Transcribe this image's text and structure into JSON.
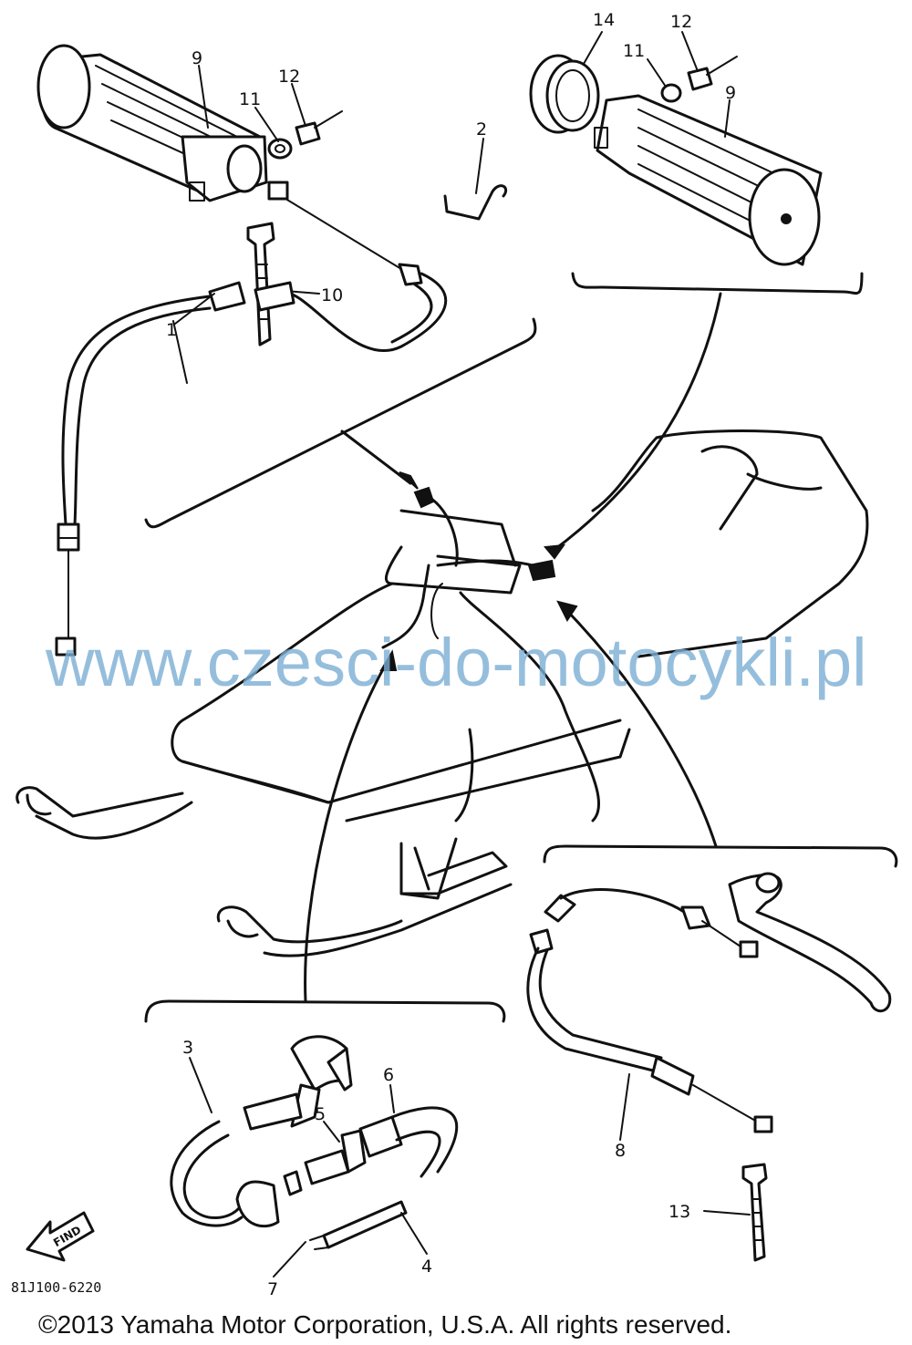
{
  "callouts": {
    "c9a": "9",
    "c11a": "11",
    "c12a": "12",
    "c2": "2",
    "c10": "10",
    "c1": "1",
    "c14": "14",
    "c12b": "12",
    "c11b": "11",
    "c9b": "9",
    "c3": "3",
    "c5": "5",
    "c6": "6",
    "c4": "4",
    "c7": "7",
    "c8": "8",
    "c13": "13"
  },
  "find_label": "FIND",
  "diagram_code": "81J100-6220",
  "watermark": "www.czesci-do-motocykli.pl",
  "copyright": "©2013 Yamaha Motor Corporation, U.S.A. All rights reserved."
}
